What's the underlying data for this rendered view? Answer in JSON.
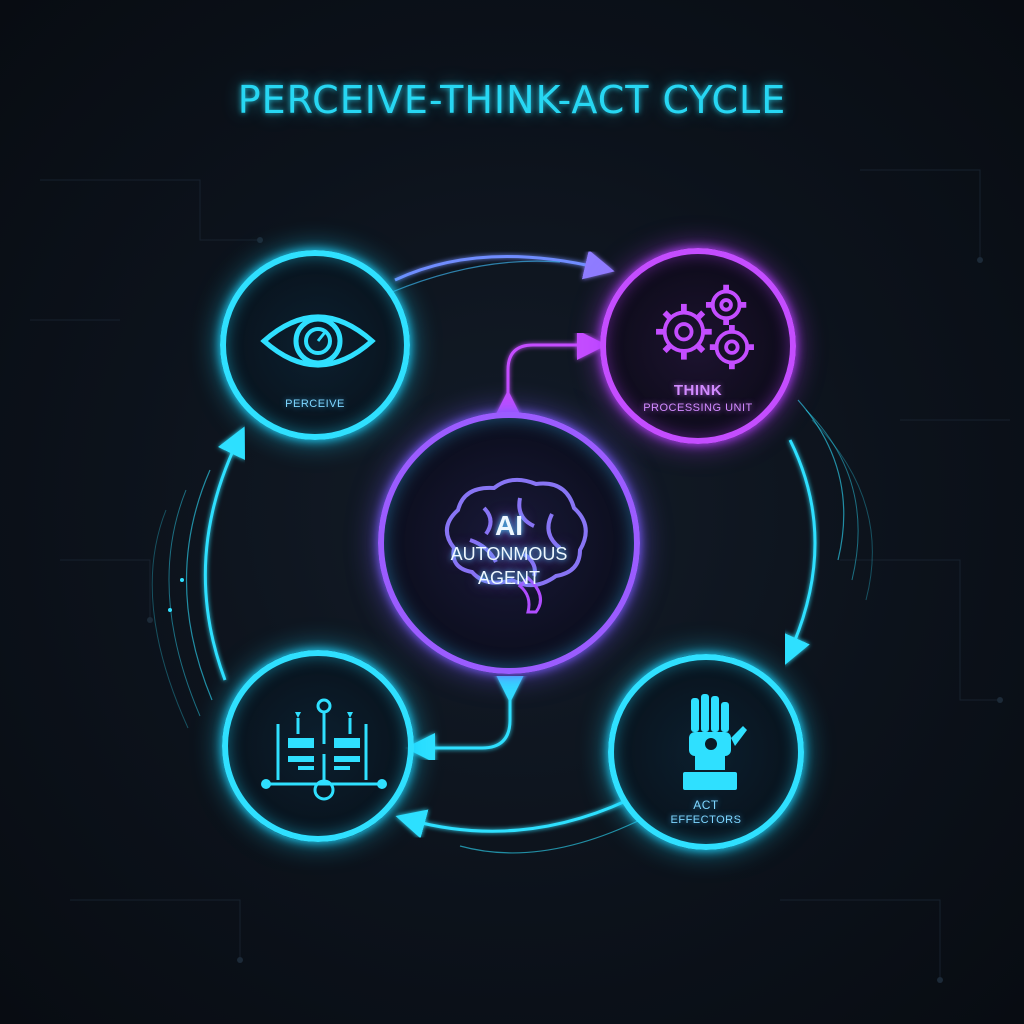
{
  "title": "PERCEIVE-THINK-ACT CYCLE",
  "nodes": {
    "perceive": {
      "label": "PERCEIVE",
      "icon": "eye-icon"
    },
    "think": {
      "label": "THINK",
      "sublabel": "PROCESSING UNIT",
      "icon": "gears-icon"
    },
    "act": {
      "label": "ACT",
      "sublabel": "EFFECTORS",
      "icon": "robot-hand-icon"
    },
    "learn": {
      "icon": "circuit-icon"
    },
    "agent": {
      "line1": "AI",
      "line2": "AUTONMOUS",
      "line3": "AGENT",
      "icon": "brain-icon"
    }
  },
  "colors": {
    "cyan": "#2fe0ff",
    "purple": "#c44dff",
    "background": "#0b1018"
  }
}
